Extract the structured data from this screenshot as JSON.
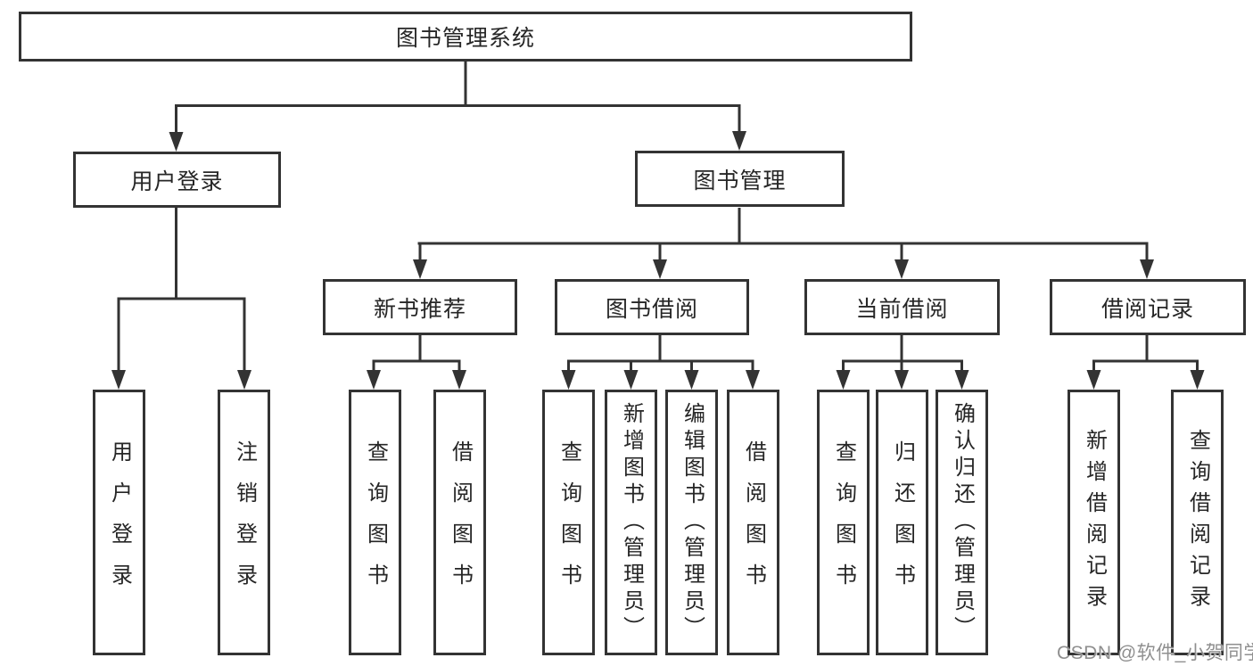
{
  "tree": {
    "label": "图书管理系统",
    "children": [
      {
        "label": "用户登录",
        "children": [
          {
            "label": "用户登录"
          },
          {
            "label": "注销登录"
          }
        ]
      },
      {
        "label": "图书管理",
        "children": [
          {
            "label": "新书推荐",
            "children": [
              {
                "label": "查询图书"
              },
              {
                "label": "借阅图书"
              }
            ]
          },
          {
            "label": "图书借阅",
            "children": [
              {
                "label": "查询图书"
              },
              {
                "label": "新增图书（管理员）"
              },
              {
                "label": "编辑图书（管理员）"
              },
              {
                "label": "借阅图书"
              }
            ]
          },
          {
            "label": "当前借阅",
            "children": [
              {
                "label": "查询图书"
              },
              {
                "label": "归还图书"
              },
              {
                "label": "确认归还（管理员）"
              }
            ]
          },
          {
            "label": "借阅记录",
            "children": [
              {
                "label": "新增借阅记录"
              },
              {
                "label": "查询借阅记录"
              }
            ]
          }
        ]
      }
    ]
  },
  "watermark": {
    "text": "CSDN @软件_小贺同学"
  },
  "colors": {
    "line": "#333333",
    "box_border": "#333333",
    "text": "#262626",
    "background": "#ffffff",
    "watermark": "#8f8f8f"
  }
}
